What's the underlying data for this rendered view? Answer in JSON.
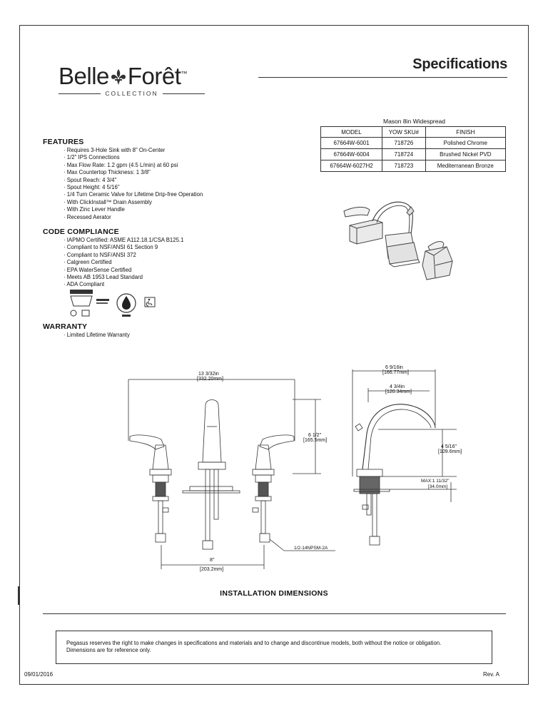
{
  "brand": {
    "name_left": "Belle",
    "name_right": "Forêt",
    "tm": "™",
    "sub": "COLLECTION"
  },
  "header": {
    "title": "Specifications"
  },
  "product": {
    "name": "Mason 8in Widespread",
    "columns": [
      "MODEL",
      "YOW SKU#",
      "FINISH"
    ],
    "rows": [
      [
        "67664W-6001",
        "718726",
        "Polished Chrome"
      ],
      [
        "67664W-6004",
        "718724",
        "Brushed Nickel PVD"
      ],
      [
        "67664W-6027H2",
        "718723",
        "Mediterranean Bronze"
      ]
    ]
  },
  "features": {
    "heading": "FEATURES",
    "items": [
      "· Requires 3-Hole Sink with 8\" On-Center",
      "· 1/2\" IPS Connections",
      "· Max Flow Rate: 1.2 gpm (4.5 L/min) at 60 psi",
      "· Max Countertop Thickness: 1 3/8\"",
      "· Spout Reach: 4 3/4\"",
      "· Spout Height: 4 5/16\"",
      "· 1/4 Turn Ceramic Valve for Lifetime Drip-free Operation",
      "· With ClickInstall™ Drain Assembly",
      "· With Zinc Lever Handle",
      "· Recessed Aerator"
    ]
  },
  "compliance": {
    "heading": "CODE COMPLIANCE",
    "items": [
      "· IAPMO Certified: ASME A112.18.1/CSA B125.1",
      "· Compliant to NSF/ANSI 61 Section 9",
      "· Compliant to NSF/ANSI 372",
      "· Calgreen Certified",
      "· EPA WaterSense Certified",
      "· Meets AB 1953 Lead Standard",
      "· ADA Compliant"
    ]
  },
  "warranty": {
    "heading": "WARRANTY",
    "items": [
      "· Limited Lifetime Warranty"
    ]
  },
  "dimensions": {
    "overall_width": "13 3/32in",
    "overall_width_mm": "[332.20mm]",
    "handle_height": "6 1/2\"",
    "handle_height_mm": "[165.5mm]",
    "total_depth": "6 9/16in",
    "total_depth_mm": "[166.77mm]",
    "reach": "4 3/4in",
    "reach_mm": "[120.34mm]",
    "spout_height": "4 5/16\"",
    "spout_height_mm": "[109.6mm]",
    "max_deck": "MAX:1 11/32\"",
    "max_deck_mm": "[34.0mm]",
    "center": "8\"",
    "center_mm": "[203.2mm]",
    "thread": "1/2-14NPSM-2A"
  },
  "installation": {
    "title": "INSTALLATION DIMENSIONS"
  },
  "notice": {
    "line1": "Pegasus reserves the right to make changes in specifications and materials and to change and discontinue models, both without the notice or obligation.",
    "line2": "Dimensions are for reference only."
  },
  "footer": {
    "date": "09/01/2016",
    "rev": "Rev. A"
  }
}
